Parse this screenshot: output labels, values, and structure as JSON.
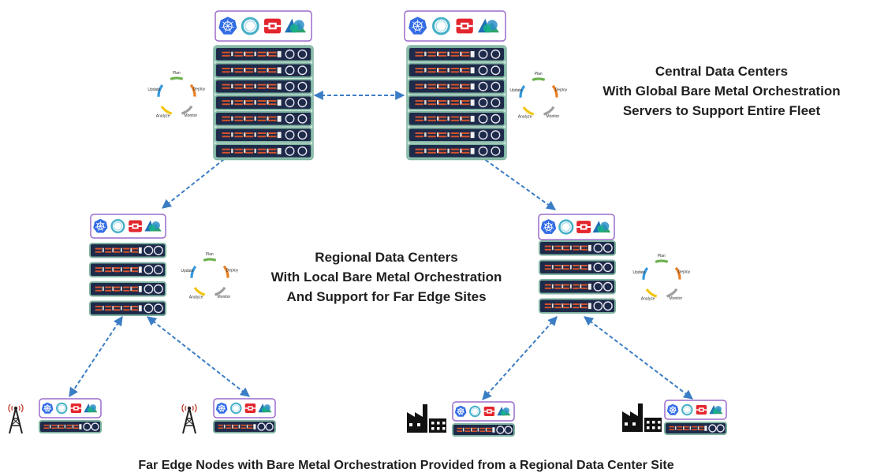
{
  "captions": {
    "central": {
      "line1": "Central Data Centers",
      "line2": "With Global Bare Metal Orchestration",
      "line3": "Servers to Support Entire Fleet"
    },
    "regional": {
      "line1": "Regional Data Centers",
      "line2": "With Local Bare Metal Orchestration",
      "line3": "And Support for Far Edge Sites"
    },
    "far_edge": "Far Edge Nodes with Bare Metal Orchestration Provided from a Regional Data Center Site"
  },
  "lifecycle": {
    "steps": [
      "Plan",
      "Deploy",
      "Monitor",
      "Analyze",
      "Update"
    ],
    "colors": [
      "#6ab04c",
      "#e67e22",
      "#9e9e9e",
      "#f1c40f",
      "#3498db"
    ]
  },
  "icons": [
    "kubernetes-icon",
    "openshift-ring-icon",
    "openstack-icon",
    "cloud-icon"
  ],
  "colors": {
    "link": "#3b7dc4",
    "toolbar_border": "#9b6bcc",
    "server_face": "#1e2a4a",
    "server_border": "#7fb3a0",
    "led": "#d9542a"
  }
}
